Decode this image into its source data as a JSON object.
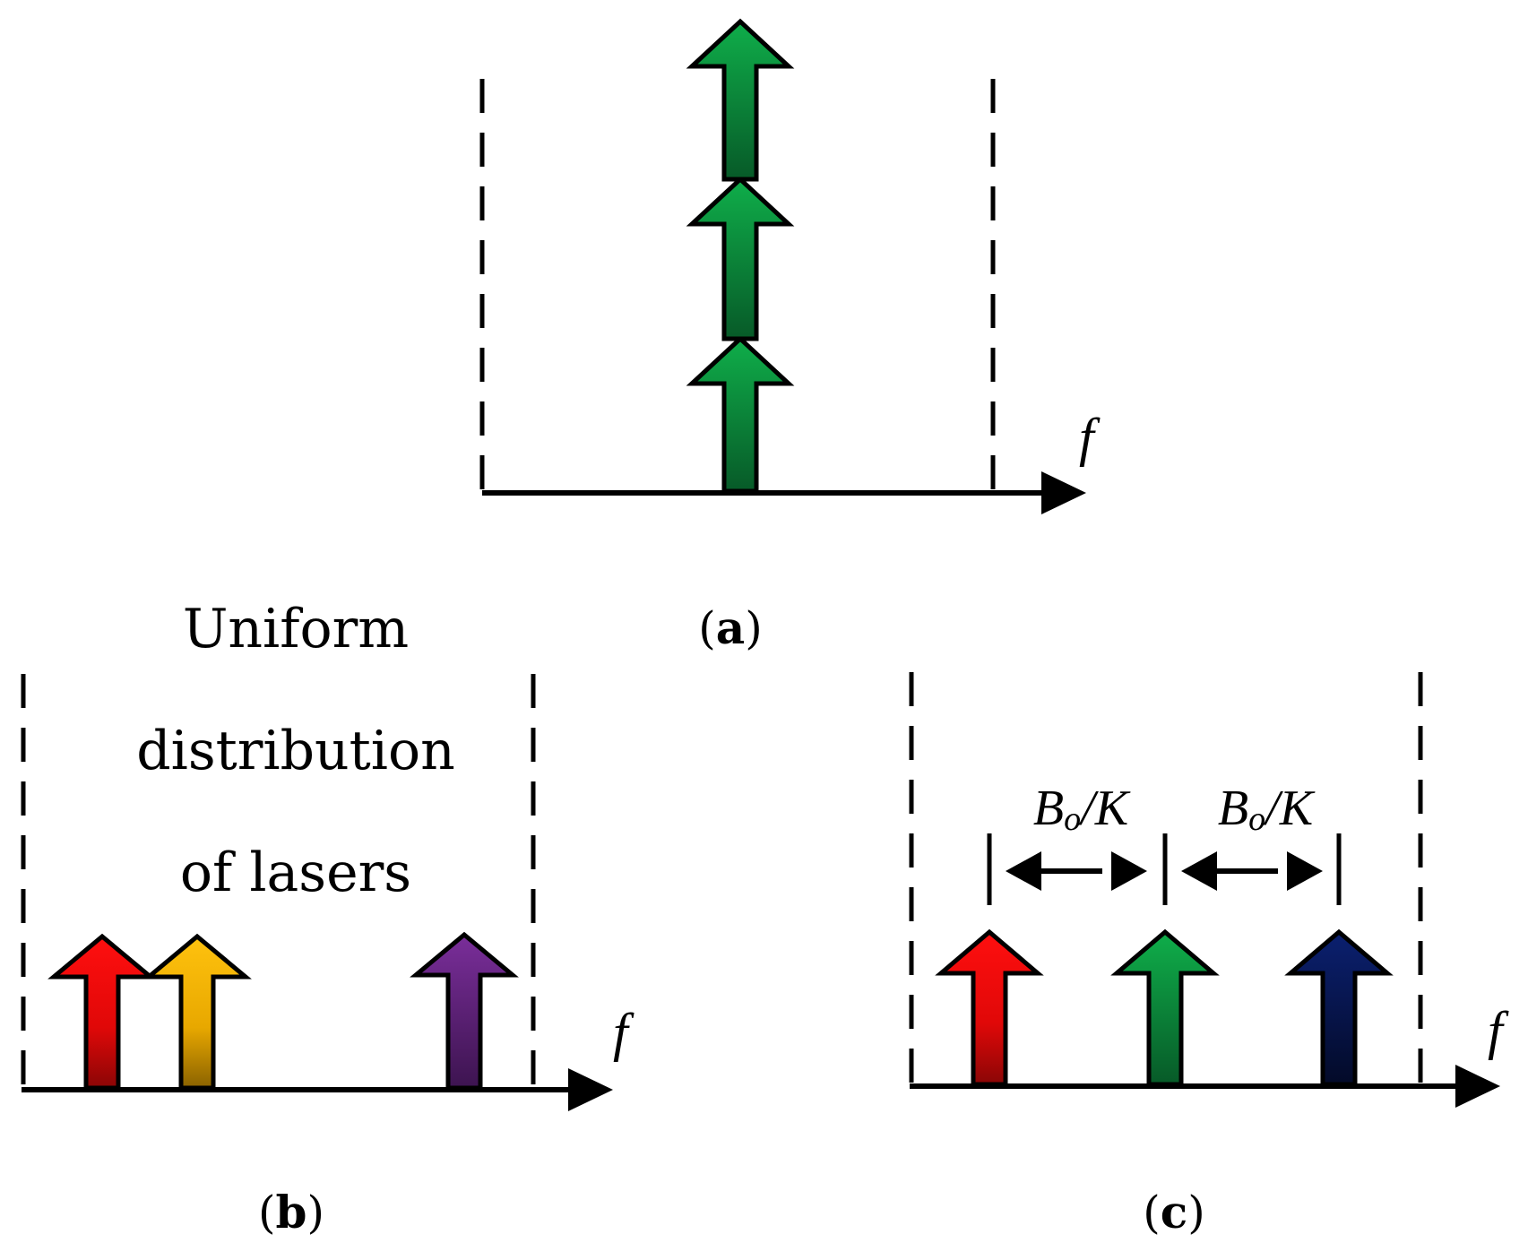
{
  "panels": {
    "a": {
      "label_open": "(",
      "label_letter": "a",
      "label_close": ")",
      "axis_label": "f"
    },
    "b": {
      "label_open": "(",
      "label_letter": "b",
      "label_close": ")",
      "axis_label": "f",
      "annotation": [
        "Uniform",
        "distribution",
        "of lasers"
      ]
    },
    "c": {
      "label_open": "(",
      "label_letter": "c",
      "label_close": ")",
      "axis_label": "f",
      "spacing_label_1": {
        "main": "B",
        "sub": "o",
        "rest": "/K"
      },
      "spacing_label_2": {
        "main": "B",
        "sub": "o",
        "rest": "/K"
      }
    }
  },
  "colors": {
    "green": "#0fae4a",
    "green_dark": "#075a28",
    "red": "#ff0f0f",
    "red_dark": "#8a0606",
    "gold": "#ffc20e",
    "gold_dark": "#8a6200",
    "purple": "#7a2e9a",
    "purple_dark": "#3d1450",
    "navy": "#0b2070",
    "navy_dark": "#030a28"
  },
  "icons": [
    "up-arrow-icon",
    "double-headed-arrow-icon"
  ]
}
